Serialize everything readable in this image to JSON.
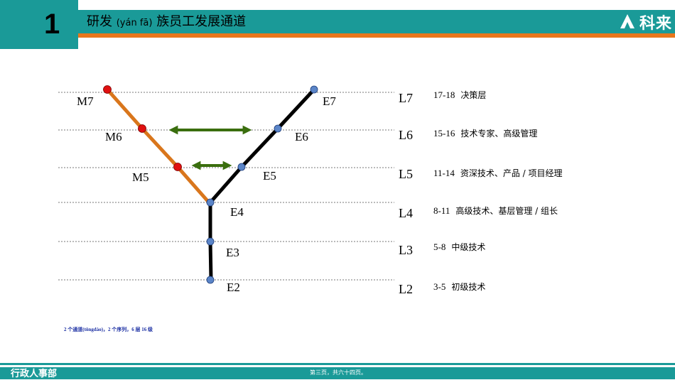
{
  "header": {
    "section_number": "1",
    "title_before": "研发",
    "title_pinyin": "(yán fā)",
    "title_after": "族员工发展通道",
    "logo_text": "科来",
    "logo_icon": "kelai-logo-icon"
  },
  "diagram": {
    "levels": [
      {
        "label": "L7",
        "range": "17-18",
        "desc": "决策层"
      },
      {
        "label": "L6",
        "range": "15-16",
        "desc": "技术专家、高级管理"
      },
      {
        "label": "L5",
        "range": "11-14",
        "desc": "资深技术、产品 / 项目经理"
      },
      {
        "label": "L4",
        "range": "8-11",
        "desc": "高级技术、基层管理 / 组长"
      },
      {
        "label": "L3",
        "range": "5-8",
        "desc": "中级技术"
      },
      {
        "label": "L2",
        "range": "3-5",
        "desc": "初级技术"
      }
    ],
    "management_nodes": [
      "M7",
      "M6",
      "M5"
    ],
    "expert_nodes": [
      "E7",
      "E6",
      "E5",
      "E4",
      "E3",
      "E2"
    ],
    "colors": {
      "management_line": "#d9761c",
      "expert_line": "#000000",
      "management_dot": "#e01010",
      "expert_dot": "#5b85c8",
      "arrow": "#3a6e0e",
      "teal": "#1a9a98",
      "orange": "#e9771c"
    }
  },
  "footnote": "2 个通道(tōngdào)，2 个序列，6 层 16 级",
  "footer": {
    "department": "行政人事部",
    "page_info": "第三页，共六十四页。"
  }
}
